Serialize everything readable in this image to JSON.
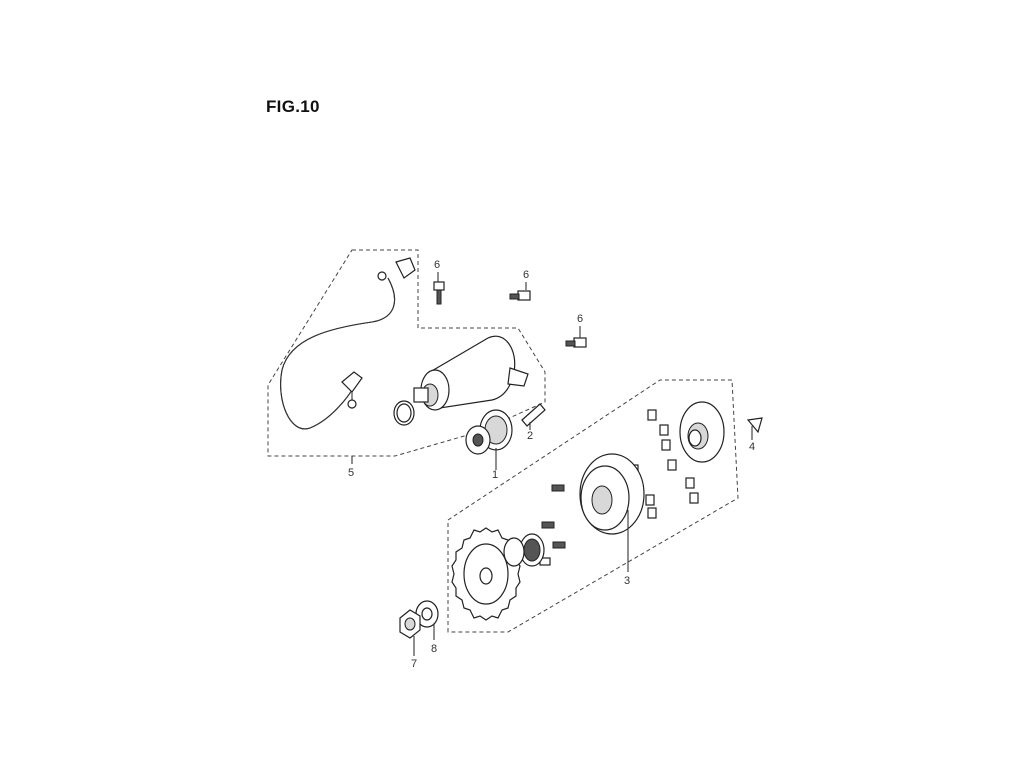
{
  "figure": {
    "title": "FIG.10"
  },
  "callouts": {
    "c1": "1",
    "c2": "2",
    "c3": "3",
    "c4": "4",
    "c5": "5",
    "c6a": "6",
    "c6b": "6",
    "c6c": "6",
    "c7": "7",
    "c8": "8"
  }
}
